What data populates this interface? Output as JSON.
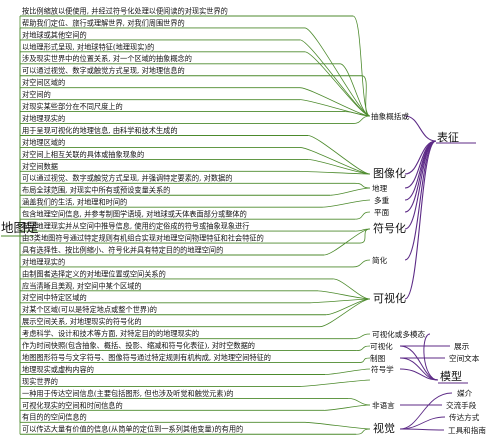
{
  "root": "地图是",
  "branches": {
    "representation": "表征",
    "abstract": "抽象概括或",
    "visualization_group": "图像化",
    "geography": "地理",
    "multiple": "多重",
    "plane": "平面",
    "symbolization": "符号化",
    "simplification": "简化",
    "visualization": "可视化",
    "visualization_or_multimodal": "可视化或多模态",
    "visualization2": "可视化",
    "cartographic_design": "制图",
    "symbology": "符号学",
    "model": "模型",
    "nonverbal": "非语言",
    "visual": "视觉",
    "display": "展示",
    "spatial_text": "空间文本",
    "medium": "媒介",
    "communication_means": "交流手段",
    "communication_method": "传达方式",
    "tools_guide": "工具和指南"
  },
  "lines": [
    "按比例缩放以便使用, 并经过符号化处理以便阅读的对现实世界的",
    "帮助我们定位、旅行或理解世界, 对我们周围世界的",
    "对地球或其他空间的",
    "以地理形式呈现, 对地球特征(地理现实)的",
    "涉及现实世界中的位置关系, 对一个区域的抽象概念的",
    "可以通过视觉、数字或触觉方式呈现, 对地理信息的",
    "对空间区域的",
    "对空间的",
    "对现实某些部分在不同尺度上的",
    "对地理现实的",
    "用于呈现可视化的地理信息, 由科学和技术生成的",
    "对地理区域的",
    "对空间上相互关联的具体或抽象现象的",
    "对空间数据",
    "可以通过视觉、数字或触觉方式呈现, 并强调特定要素的, 对数据的",
    "布局全球范围, 对现实中所有或预设变量关系的",
    "涵盖我们的生活, 对地理和时间的",
    "包含地理空间信息, 并参考制图学语境, 对地球或天体表面部分或整体的",
    "描述地理现实并从空间中推导信息, 使用约定俗成的符号或抽象现象进行",
    "由3类地图符号通过特定规则有机组合实现对地理空间物理特征和社会特征的",
    "具有选择性、按比例缩小、符号化并具有特定目的的地理空间的",
    "对地理现实的",
    "由制图者选择定义的对地理位置或空间关系的",
    "应当清晰且美观, 对空间中某个区域的",
    "对空间中特定区域的",
    "对某个区域(可以是特定地点或整个世界)的",
    "展示空间关系, 对地理现实的符号化的",
    "考虑科学、设计和技术等方面, 对特定目的的地理现实的",
    "作为时间快照(包含抽象、概括、投影、缩减和符号化表征), 对时空数据的",
    "地图图形符号与文字符号、图像符号通过特定规则有机构成, 对地理空间特征的",
    "地理现实或虚构内容的",
    "现实世界的",
    "一种用于传达空间信息(主要包括图形, 但也涉及听觉和触觉元素)的",
    "可视化现实的空间和时间信息的",
    "有目的的空间信息的",
    "可以传达大量有价值的信息(从简单的定位到一系列其他变量)的有用的"
  ]
}
